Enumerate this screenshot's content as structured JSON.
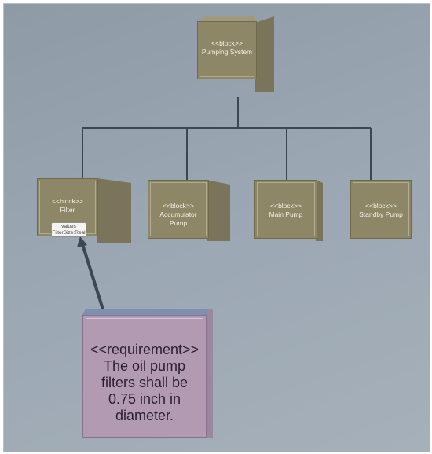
{
  "blocks": {
    "pumping_system": {
      "stereotype": "<<block>>",
      "name": "Pumping System"
    },
    "filter": {
      "stereotype": "<<block>>",
      "name": "Filter",
      "values_label": "values",
      "values_attr": "FilterSize:Real"
    },
    "accumulator_pump": {
      "stereotype": "<<block>>",
      "name_line1": "Accumulator",
      "name_line2": "Pump"
    },
    "main_pump": {
      "stereotype": "<<block>>",
      "name": "Main Pump"
    },
    "standby_pump": {
      "stereotype": "<<block>>",
      "name": "Standby Pump"
    }
  },
  "requirement": {
    "stereotype": "<<requirement>>",
    "line1": "The oil pump",
    "line2": "filters shall be",
    "line3": "0.75 inch in",
    "line4": "diameter."
  },
  "colors": {
    "background": "#9aa6b2",
    "block_fill": "#8d8768",
    "requirement_fill": "#b39ab3",
    "connector": "#3d4752"
  }
}
